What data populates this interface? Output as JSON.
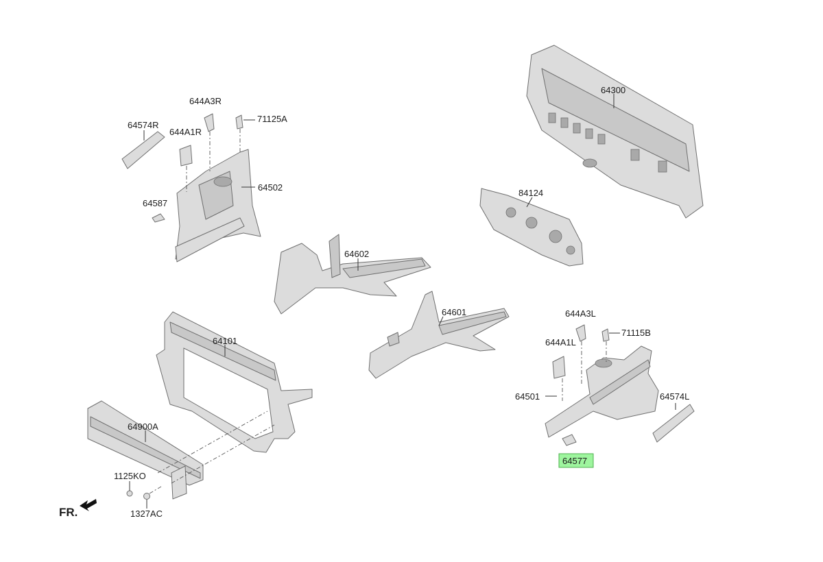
{
  "diagram": {
    "direction_label": "FR.",
    "labels": {
      "p64574R": "64574R",
      "p644A3R": "644A3R",
      "p644A1R": "644A1R",
      "p71125A": "71125A",
      "p64502": "64502",
      "p64587": "64587",
      "p64300": "64300",
      "p84124": "84124",
      "p64602": "64602",
      "p64601": "64601",
      "p64101": "64101",
      "p64900A": "64900A",
      "p1125KO": "1125KO",
      "p1327AC": "1327AC",
      "p644A3L": "644A3L",
      "p71115B": "71115B",
      "p644A1L": "644A1L",
      "p64501": "64501",
      "p64574L": "64574L",
      "p64577": "64577"
    },
    "highlighted_part": "64577",
    "colors": {
      "highlight_fill": "#9ef59e",
      "part_fill": "#dcdcdc",
      "outline": "#6e6e6e"
    }
  }
}
